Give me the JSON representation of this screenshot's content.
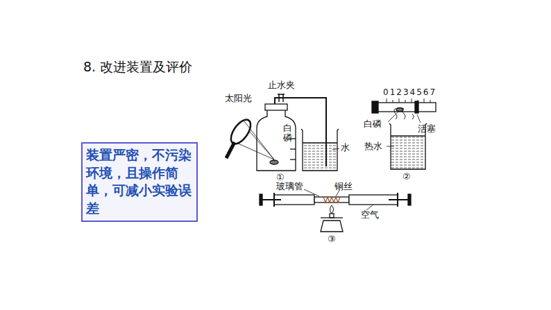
{
  "diagram": {
    "title": "8. 改进装置及评价",
    "nodes": [
      {
        "text": [
          "装置严密，不污染环境，且操作简单，可减小实验误差"
        ]
      }
    ],
    "labels": [
      "太阳光",
      "止水夹",
      "白磷",
      "水",
      "①",
      "01234567",
      "白磷",
      "活塞",
      "热水",
      "②",
      "玻璃管",
      "铜丝",
      "空气",
      "③"
    ]
  }
}
